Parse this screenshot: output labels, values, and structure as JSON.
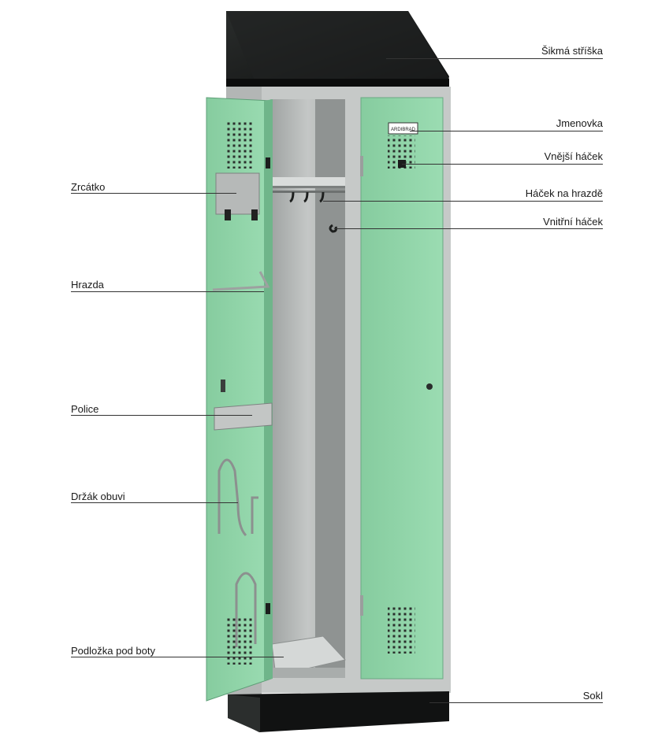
{
  "diagram": {
    "colors": {
      "door_green": "#8fd3a8",
      "door_green_dark": "#6fb58a",
      "frame_grey": "#c9cccb",
      "interior_grey": "#b9bcbb",
      "roof_black": "#1b1d1c",
      "plinth_black": "#121313",
      "metal": "#a9acab"
    },
    "left_labels": [
      {
        "id": "zrcatko",
        "text": "Zrcátko"
      },
      {
        "id": "hrazda",
        "text": "Hrazda"
      },
      {
        "id": "police",
        "text": "Police"
      },
      {
        "id": "drzak-obuvi",
        "text": "Držák obuvi"
      },
      {
        "id": "podlozka",
        "text": "Podložka pod boty"
      }
    ],
    "right_labels": [
      {
        "id": "sikma-striska",
        "text": "Šikmá stříška"
      },
      {
        "id": "jmenovka",
        "text": "Jmenovka"
      },
      {
        "id": "vnejsi-hacek",
        "text": "Vnější háček"
      },
      {
        "id": "hacek-na-hrazde",
        "text": "Háček na hrazdě"
      },
      {
        "id": "vnitrni-hacek",
        "text": "Vnitřní háček"
      },
      {
        "id": "sokl",
        "text": "Sokl"
      }
    ],
    "nameplate_text": "ARDIBRAD"
  }
}
